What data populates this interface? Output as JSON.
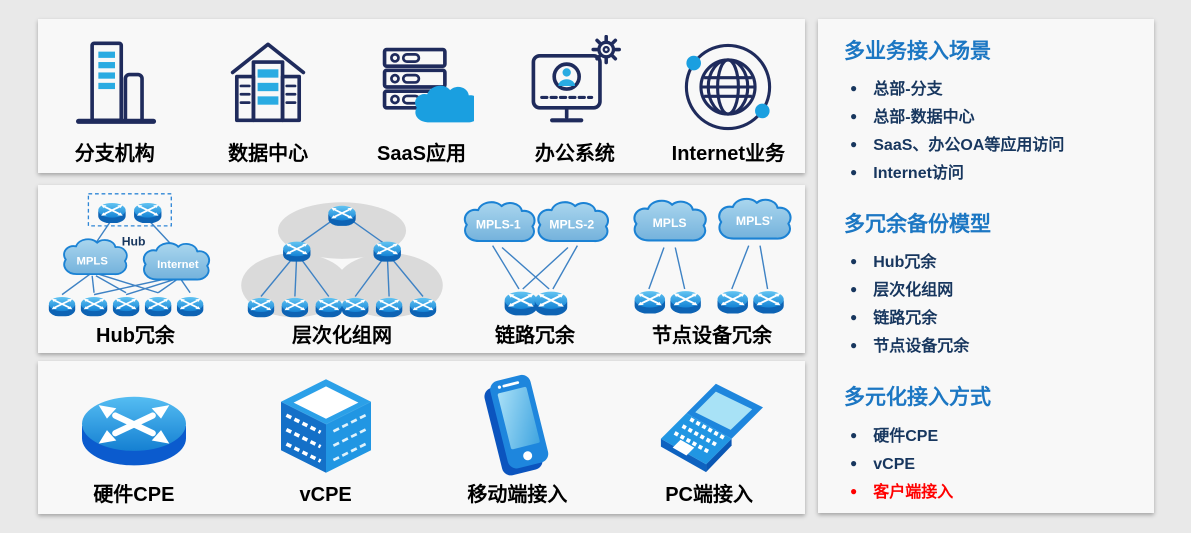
{
  "colors": {
    "page_background": "#e9e9e9",
    "panel_background": "#f8f8f8",
    "icon_outline_navy": "#1f2b5c",
    "accent_blue": "#29abe2",
    "sidebar_title_blue": "#1c77c3",
    "bullet_navy": "#17365e",
    "highlight_red": "#ff0000",
    "cloud_fill": "#8fc2e0",
    "cloud_stroke": "#1b82d4",
    "link_line": "#3e82c4",
    "caption_black": "#000000"
  },
  "services": {
    "items": [
      {
        "label": "分支机构",
        "icon": "branch-office-icon"
      },
      {
        "label": "数据中心",
        "icon": "data-center-icon"
      },
      {
        "label": "SaaS应用",
        "icon": "saas-app-icon"
      },
      {
        "label": "办公系统",
        "icon": "office-system-icon"
      },
      {
        "label": "Internet业务",
        "icon": "internet-service-icon"
      }
    ]
  },
  "redundancy": {
    "items": [
      {
        "label": "Hub冗余"
      },
      {
        "label": "层次化组网"
      },
      {
        "label": "链路冗余"
      },
      {
        "label": "节点设备冗余"
      }
    ],
    "hub": {
      "hub_label": "Hub",
      "cloud1": "MPLS",
      "cloud2": "Internet"
    },
    "link": {
      "cloud1": "MPLS-1",
      "cloud2": "MPLS-2"
    },
    "node": {
      "cloud1": "MPLS",
      "cloud2": "MPLS'"
    }
  },
  "access": {
    "items": [
      {
        "label": "硬件CPE",
        "icon": "hardware-cpe-icon"
      },
      {
        "label": "vCPE",
        "icon": "vcpe-server-icon"
      },
      {
        "label": "移动端接入",
        "icon": "mobile-access-icon"
      },
      {
        "label": "PC端接入",
        "icon": "pc-access-icon"
      }
    ]
  },
  "sidebar": {
    "sections": [
      {
        "title": "多业务接入场景",
        "bullets": [
          "总部-分支",
          "总部-数据中心",
          "SaaS、办公OA等应用访问",
          "Internet访问"
        ]
      },
      {
        "title": "多冗余备份模型",
        "bullets": [
          "Hub冗余",
          "层次化组网",
          "链路冗余",
          "节点设备冗余"
        ]
      },
      {
        "title": "多元化接入方式",
        "bullets": [
          "硬件CPE",
          "vCPE",
          "客户端接入"
        ],
        "highlight_index": 2,
        "highlight_color": "#ff0000"
      }
    ]
  }
}
